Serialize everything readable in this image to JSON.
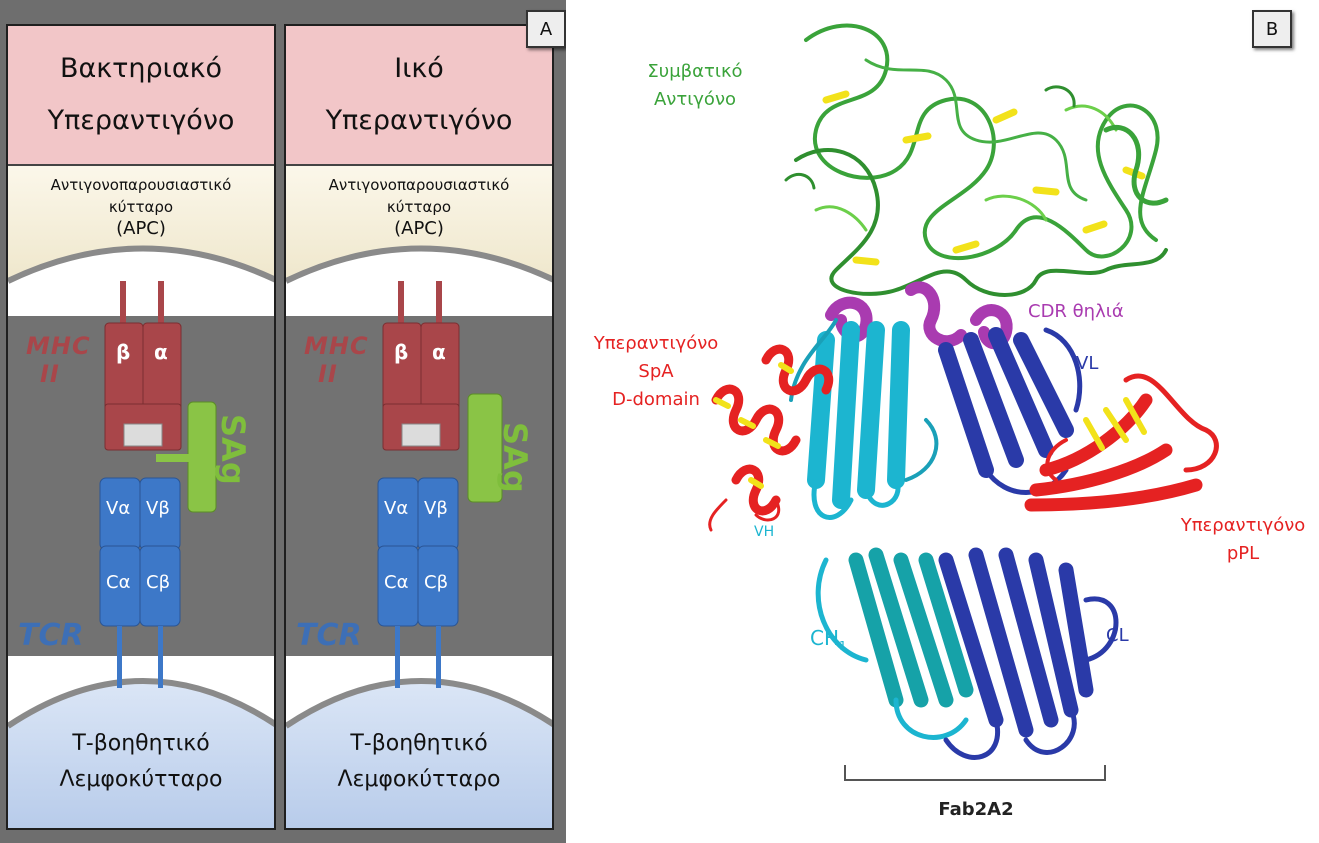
{
  "panel_a": {
    "badge": "A",
    "columns": [
      {
        "title_line1": "Βακτηριακό",
        "title_line2": "Υπεραντιγόνο",
        "apc_line1": "Αντιγονοπαρουσιαστικό",
        "apc_line2": "κύτταρο",
        "apc_line3": "(APC)",
        "mhc_line1": "MHC",
        "mhc_line2": "II",
        "beta": "β",
        "alpha": "α",
        "sag": "SAg",
        "va": "Vα",
        "vb": "Vβ",
        "ca": "Cα",
        "cb": "Cβ",
        "tcr": "TCR",
        "t_line1": "Τ-βοηθητικό",
        "t_line2": "Λεμφοκύτταρο"
      },
      {
        "title_line1": "Ιικό",
        "title_line2": "Υπεραντιγόνο",
        "apc_line1": "Αντιγονοπαρουσιαστικό",
        "apc_line2": "κύτταρο",
        "apc_line3": "(APC)",
        "mhc_line1": "MHC",
        "mhc_line2": "II",
        "beta": "β",
        "alpha": "α",
        "sag": "SAg",
        "va": "Vα",
        "vb": "Vβ",
        "ca": "Cα",
        "cb": "Cβ",
        "tcr": "TCR",
        "t_line1": "Τ-βοηθητικό",
        "t_line2": "Λεμφοκύτταρο"
      }
    ]
  },
  "panel_b": {
    "badge": "B",
    "conventional_antigen_line1": "Συμβατικό",
    "conventional_antigen_line2": "Αντιγόνο",
    "cdr_loops": "CDR θηλιά",
    "spa_line1": "Υπεραντιγόνο",
    "spa_line2": "SpA",
    "spa_line3": "D-domain",
    "vl": "VL",
    "vh": "VH",
    "ppl_line1": "Υπεραντιγόνο",
    "ppl_line2": "pPL",
    "ch1": "CH",
    "ch1_sub": "1",
    "cl": "CL",
    "fab": "Fab2A2"
  },
  "colors": {
    "mhc": "#a9464a",
    "tcr": "#3d6fb6",
    "sag": "#7fbe3c",
    "title_bg": "#f2c6c8",
    "apc_bg": "#f3ecd6",
    "tcell_bg": "#c9d8ef",
    "antigen_green": "#3aa33a",
    "cdr_magenta": "#a93bb0",
    "vh_cyan": "#1cb5d0",
    "vl_blue": "#2a3aa8",
    "superantigen_red": "#e52222"
  }
}
